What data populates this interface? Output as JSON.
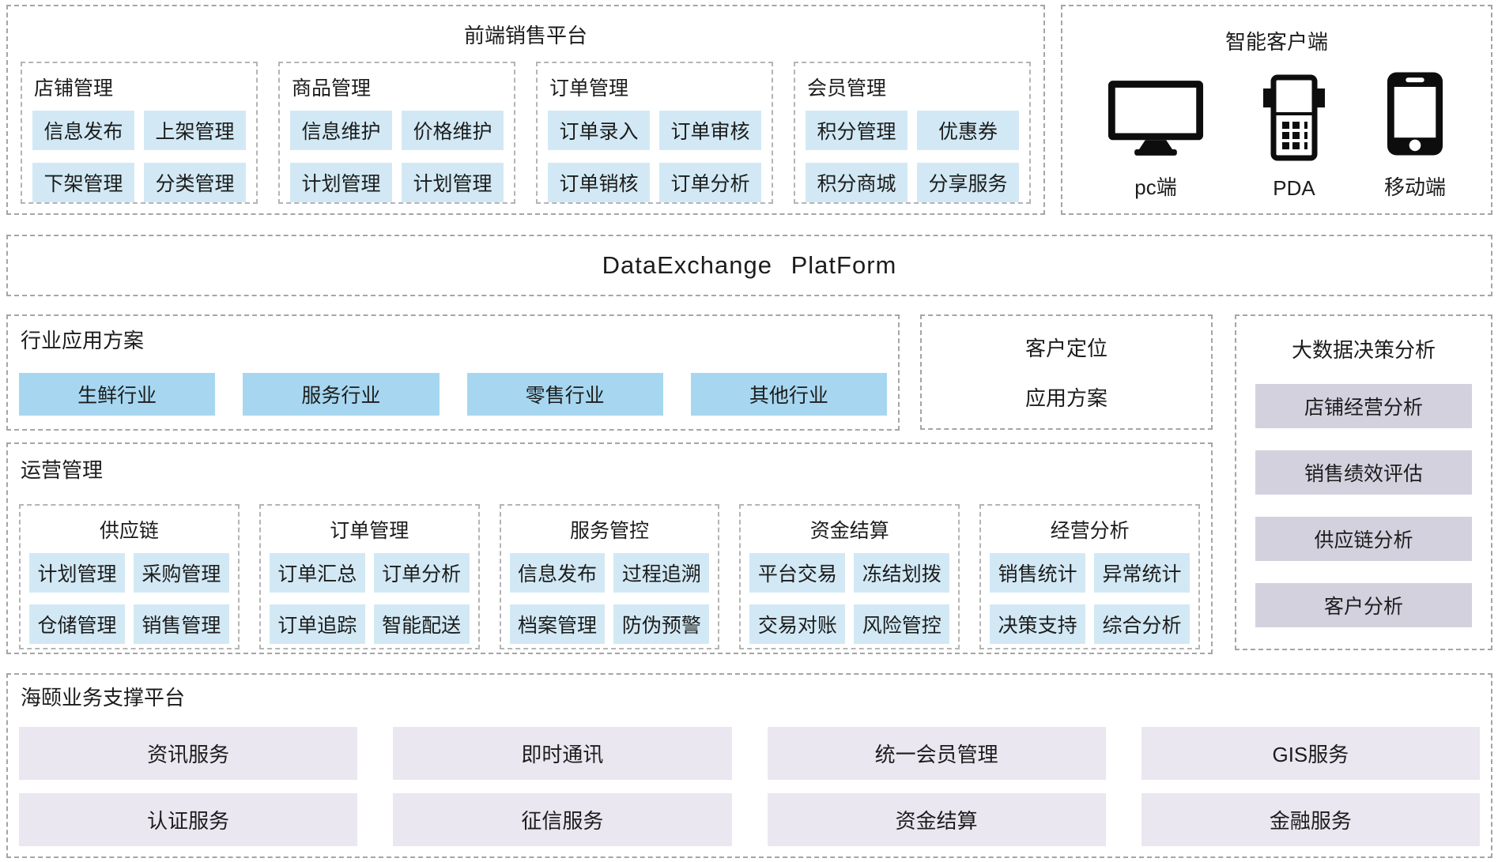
{
  "colors": {
    "item_blue": "#d2e9f5",
    "button_blue": "#a7d7f0",
    "lavender_dark": "#d4d1df",
    "lavender_light": "#eae7f0",
    "border_gray": "#a5a5a5",
    "text_color": "#1c1c1c"
  },
  "front_platform": {
    "title": "前端销售平台",
    "groups": [
      {
        "title": "店铺管理",
        "items": [
          "信息发布",
          "上架管理",
          "下架管理",
          "分类管理"
        ]
      },
      {
        "title": "商品管理",
        "items": [
          "信息维护",
          "价格维护",
          "计划管理",
          "计划管理"
        ]
      },
      {
        "title": "订单管理",
        "items": [
          "订单录入",
          "订单审核",
          "订单销核",
          "订单分析"
        ]
      },
      {
        "title": "会员管理",
        "items": [
          "积分管理",
          "优惠券",
          "积分商城",
          "分享服务"
        ]
      }
    ]
  },
  "smart_client": {
    "title": "智能客户端",
    "devices": [
      {
        "label": "pc端",
        "icon": "desktop-icon"
      },
      {
        "label": "PDA",
        "icon": "pda-icon"
      },
      {
        "label": "移动端",
        "icon": "mobile-icon"
      }
    ]
  },
  "exchange_band": {
    "title": "DataExchange PlatForm"
  },
  "industry_solutions": {
    "title": "行业应用方案",
    "items": [
      "生鲜行业",
      "服务行业",
      "零售行业",
      "其他行业"
    ]
  },
  "customer_positioning": {
    "line1": "客户定位",
    "line2": "应用方案"
  },
  "bigdata_analysis": {
    "title": "大数据决策分析",
    "items": [
      "店铺经营分析",
      "销售绩效评估",
      "供应链分析",
      "客户分析"
    ]
  },
  "operations": {
    "title": "运营管理",
    "groups": [
      {
        "title": "供应链",
        "items": [
          "计划管理",
          "采购管理",
          "仓储管理",
          "销售管理"
        ]
      },
      {
        "title": "订单管理",
        "items": [
          "订单汇总",
          "订单分析",
          "订单追踪",
          "智能配送"
        ]
      },
      {
        "title": "服务管控",
        "items": [
          "信息发布",
          "过程追溯",
          "档案管理",
          "防伪预警"
        ]
      },
      {
        "title": "资金结算",
        "items": [
          "平台交易",
          "冻结划拨",
          "交易对账",
          "风险管控"
        ]
      },
      {
        "title": "经营分析",
        "items": [
          "销售统计",
          "异常统计",
          "决策支持",
          "综合分析"
        ]
      }
    ]
  },
  "support_platform": {
    "title": "海颐业务支撑平台",
    "items": [
      "资讯服务",
      "即时通讯",
      "统一会员管理",
      "GIS服务",
      "认证服务",
      "征信服务",
      "资金结算",
      "金融服务"
    ]
  }
}
